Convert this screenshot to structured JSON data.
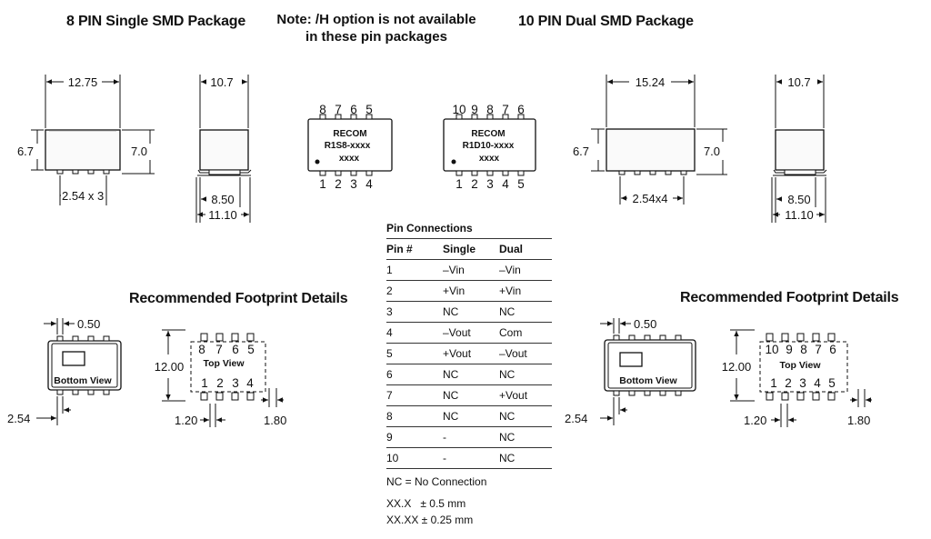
{
  "titles": {
    "single": "8 PIN Single SMD Package",
    "note": "Note: /H option is not available in these pin packages",
    "dual": "10 PIN Dual SMD Package"
  },
  "single": {
    "body_width": "12.75",
    "height_left": "6.7",
    "height_right": "7.0",
    "pitch": "2.54 x 3",
    "side_width": "10.7",
    "side_inner": "8.50",
    "side_outer": "11.10",
    "top_pins": [
      "8",
      "7",
      "6",
      "5"
    ],
    "bottom_pins": [
      "1",
      "2",
      "3",
      "4"
    ],
    "brand": "RECOM",
    "part": "R1S8-xxxx",
    "code": "xxxx"
  },
  "dual": {
    "body_width": "15.24",
    "height_left": "6.7",
    "height_right": "7.0",
    "pitch": "2.54x4",
    "side_width": "10.7",
    "side_inner": "8.50",
    "side_outer": "11.10",
    "top_pins": [
      "10",
      "9",
      "8",
      "7",
      "6"
    ],
    "bottom_pins": [
      "1",
      "2",
      "3",
      "4",
      "5"
    ],
    "brand": "RECOM",
    "part": "R1D10-xxxx",
    "code": "xxxx"
  },
  "footprint": {
    "title_left": "Recommended Footprint Details",
    "title_right": "Recommended Footprint Details",
    "pad_width": "0.50",
    "pitch": "2.54",
    "height": "12.00",
    "pad_spacing": "1.20",
    "pad_length": "1.80",
    "bottom_view": "Bottom View",
    "top_view": "Top View"
  },
  "pin_table": {
    "caption": "Pin Connections",
    "headers": [
      "Pin #",
      "Single",
      "Dual"
    ],
    "rows": [
      [
        "1",
        "–Vin",
        "–Vin"
      ],
      [
        "2",
        "+Vin",
        "+Vin"
      ],
      [
        "3",
        "NC",
        "NC"
      ],
      [
        "4",
        "–Vout",
        "Com"
      ],
      [
        "5",
        "+Vout",
        "–Vout"
      ],
      [
        "6",
        "NC",
        "NC"
      ],
      [
        "7",
        "NC",
        "+Vout"
      ],
      [
        "8",
        "NC",
        "NC"
      ],
      [
        "9",
        "-",
        "NC"
      ],
      [
        "10",
        "-",
        "NC"
      ]
    ],
    "legend": "NC = No Connection"
  },
  "tolerances": [
    "XX.X   ± 0.5 mm",
    "XX.XX ± 0.25 mm"
  ]
}
